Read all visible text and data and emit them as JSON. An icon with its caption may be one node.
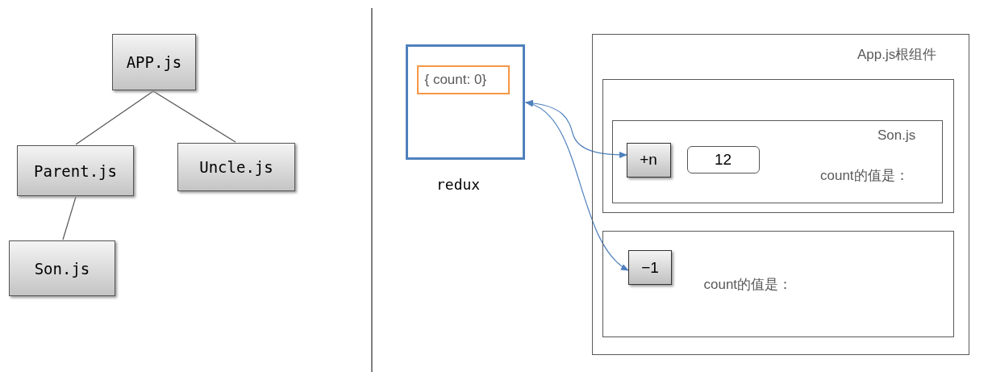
{
  "diagram": {
    "nodes": [
      {
        "text": [
          "APP.js"
        ]
      },
      {
        "text": [
          "Parent.js"
        ]
      },
      {
        "text": [
          "Uncle.js"
        ]
      },
      {
        "text": [
          "Son.js"
        ]
      },
      {
        "text": [
          "redux"
        ]
      },
      {
        "text": [
          "{ count: 0}"
        ],
        "in": 4
      },
      {
        "text": [
          "App.js根组件"
        ]
      },
      {
        "text": [],
        "shape": "box",
        "in": 6
      },
      {
        "text": [
          "Son.js",
          "count的值是："
        ],
        "in": 7
      },
      {
        "text": [
          "+n"
        ],
        "in": 8
      },
      {
        "text": [
          "12"
        ],
        "in": 8
      },
      {
        "text": [
          "count的值是："
        ],
        "in": 6
      },
      {
        "text": [
          "−1"
        ],
        "in": 11
      }
    ],
    "edges": [
      {
        "from": 0,
        "to": 1,
        "arrow": "none"
      },
      {
        "from": 0,
        "to": 2,
        "arrow": "none"
      },
      {
        "from": 1,
        "to": 3,
        "arrow": "none"
      },
      {
        "from": 4,
        "to": 9,
        "arrow": "both",
        "color": "#4f81bd"
      },
      {
        "from": 4,
        "to": 12,
        "arrow": "both",
        "color": "#4f81bd"
      }
    ]
  }
}
